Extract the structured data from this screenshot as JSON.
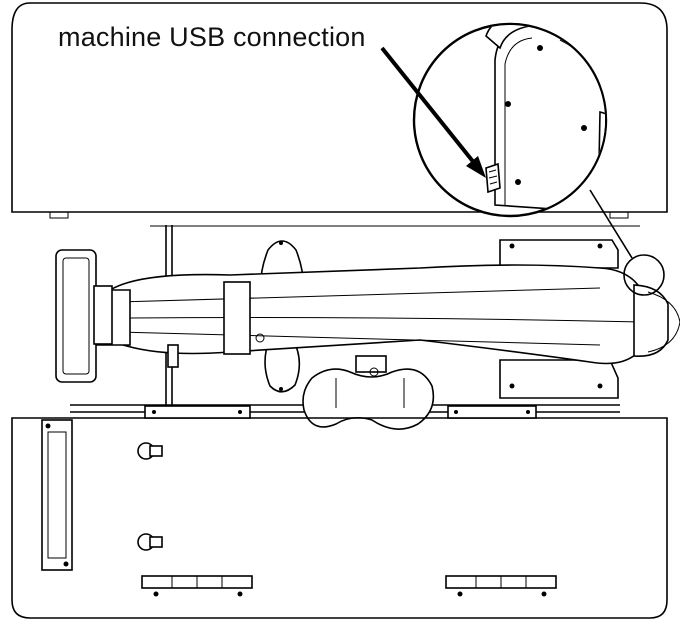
{
  "callout": {
    "label": "machine USB connection"
  },
  "figure": {
    "components": [
      "top-table-panel",
      "bottom-table-panel",
      "sewing-machine-arm",
      "handlebar-controller",
      "magnifier-circle",
      "usb-port-callout"
    ]
  }
}
